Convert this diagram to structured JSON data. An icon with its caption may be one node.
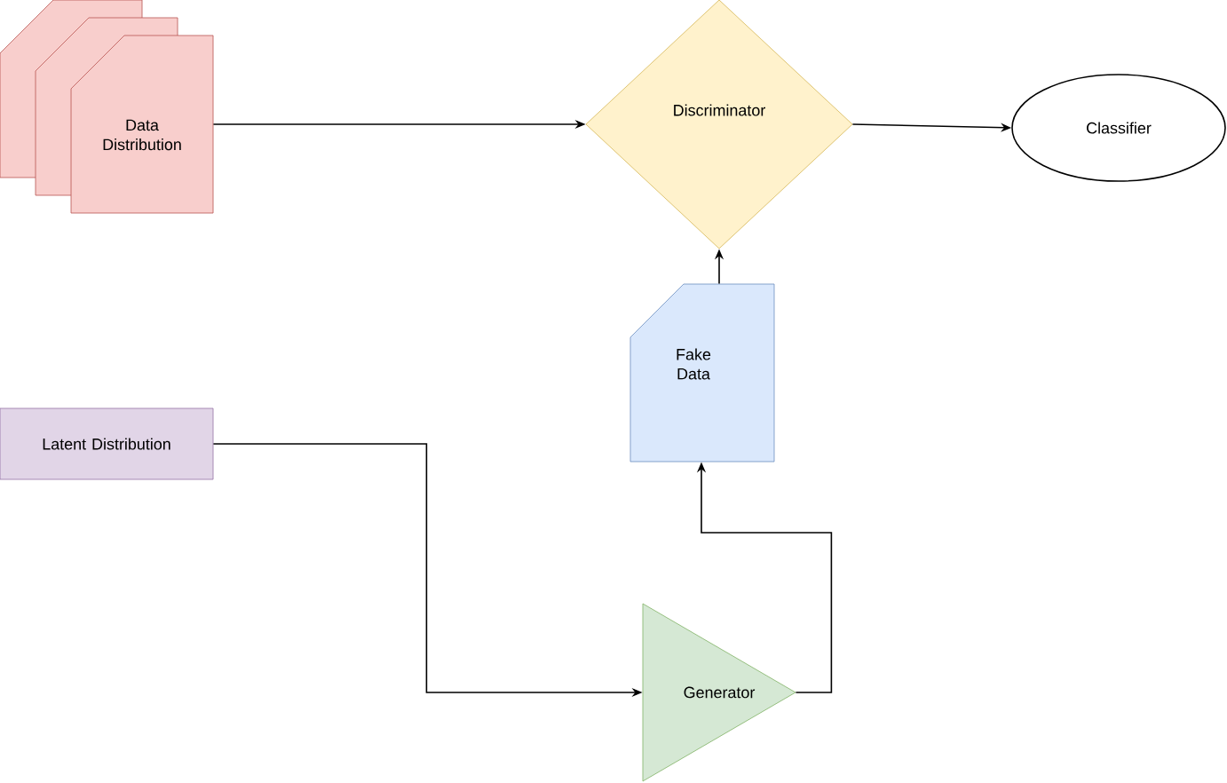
{
  "diagram": {
    "nodes": [
      {
        "text": [
          "Data Distribution"
        ]
      },
      {
        "text": [
          "Discriminator"
        ]
      },
      {
        "text": [
          "Classifier"
        ]
      },
      {
        "text": [
          "Fake Data"
        ]
      },
      {
        "text": [
          "Latent Distribution"
        ]
      },
      {
        "text": [
          "Generator"
        ]
      }
    ],
    "edges": [
      {
        "from": 0,
        "to": 1,
        "arrow": "to"
      },
      {
        "from": 1,
        "to": 2,
        "arrow": "to"
      },
      {
        "from": 3,
        "to": 1,
        "arrow": "to"
      },
      {
        "from": 4,
        "to": 5,
        "arrow": "to"
      },
      {
        "from": 5,
        "to": 3,
        "arrow": "to"
      }
    ]
  }
}
